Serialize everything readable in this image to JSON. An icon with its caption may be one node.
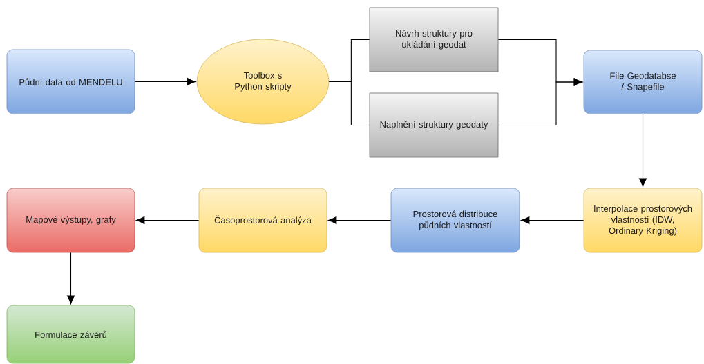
{
  "diagram": {
    "nodes": [
      {
        "text": [
          "Půdní data od MENDELU"
        ]
      },
      {
        "text": [
          "Toolbox s Python skripty"
        ]
      },
      {
        "text": [
          "Návrh struktury pro ukládání geodat"
        ]
      },
      {
        "text": [
          "Naplnění struktury geodaty"
        ]
      },
      {
        "text": [
          "File Geodatabse / Shapefile"
        ]
      },
      {
        "text": [
          "Interpolace prostorových vlastností (IDW, Ordinary Kriging)"
        ]
      },
      {
        "text": [
          "Prostorová distribuce půdních vlastností"
        ]
      },
      {
        "text": [
          "Časoprostorová analýza"
        ]
      },
      {
        "text": [
          "Mapové výstupy, grafy"
        ]
      },
      {
        "text": [
          "Formulace závěrů"
        ]
      }
    ],
    "edges": [
      {
        "from": 0,
        "to": 1,
        "arrow": "to"
      },
      {
        "from": 1,
        "to": 2,
        "arrow": "none"
      },
      {
        "from": 1,
        "to": 3,
        "arrow": "none"
      },
      {
        "from": 2,
        "to": 4,
        "arrow": "to"
      },
      {
        "from": 3,
        "to": 4,
        "arrow": "to"
      },
      {
        "from": 4,
        "to": 5,
        "arrow": "to"
      },
      {
        "from": 5,
        "to": 6,
        "arrow": "to"
      },
      {
        "from": 6,
        "to": 7,
        "arrow": "to"
      },
      {
        "from": 7,
        "to": 8,
        "arrow": "to"
      },
      {
        "from": 8,
        "to": 9,
        "arrow": "to"
      }
    ]
  }
}
